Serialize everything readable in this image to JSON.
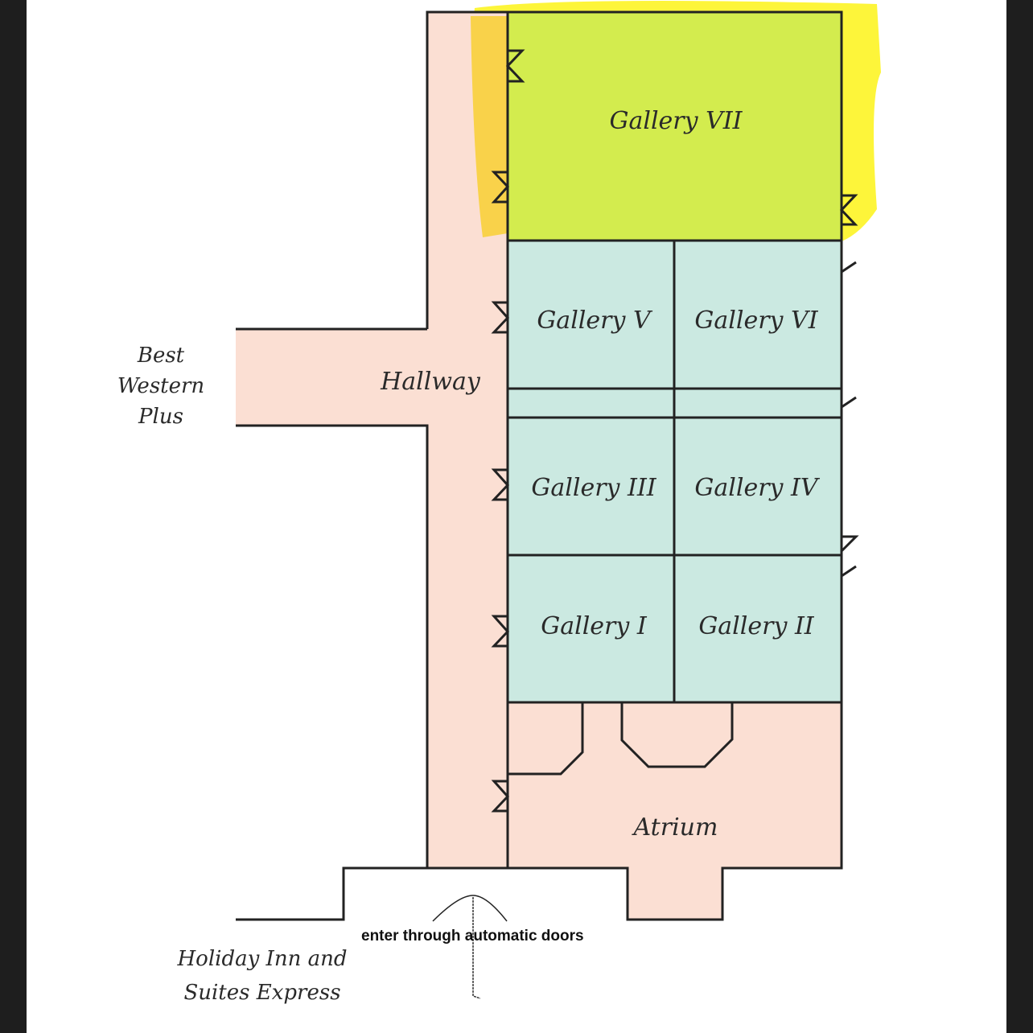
{
  "rooms": {
    "gallery_7": "Gallery VII",
    "gallery_5": "Gallery V",
    "gallery_6": "Gallery VI",
    "gallery_3": "Gallery III",
    "gallery_4": "Gallery IV",
    "gallery_1": "Gallery I",
    "gallery_2": "Gallery II",
    "hallway": "Hallway",
    "atrium": "Atrium"
  },
  "neighbors": {
    "best_western": [
      "Best",
      "Western",
      "Plus"
    ],
    "holiday_inn": [
      "Holiday Inn and",
      "Suites Express"
    ]
  },
  "entrance_note": "enter through automatic doors",
  "colors": {
    "hallway_fill": "#fbdfd3",
    "gallery_fill": "#cbe9e1",
    "highlight_fill": "#d3ec4e",
    "highlight_glow": "#fdf53a"
  }
}
